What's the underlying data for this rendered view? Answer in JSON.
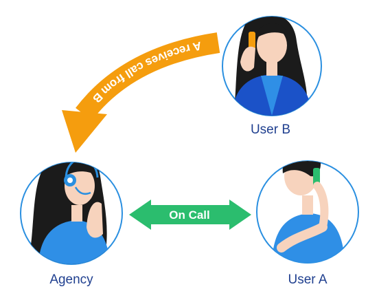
{
  "nodes": {
    "agency": {
      "label": "Agency"
    },
    "user_a": {
      "label": "User A"
    },
    "user_b": {
      "label": "User B"
    }
  },
  "edges": {
    "incoming_call": {
      "label": "A receives call from B",
      "color": "#f59d0e"
    },
    "on_call": {
      "label": "On Call",
      "color": "#2bbd6e"
    }
  },
  "colors": {
    "circle_stroke": "#2a8fe0",
    "label_text": "#1f3f8f",
    "hair": "#1b1b1b",
    "skin": "#f7d3bd",
    "shirt_blue": "#2f8fe6",
    "shirt_dark": "#1b52c8",
    "headset_blue": "#2a8fe0",
    "phone_green": "#2bbd6e",
    "phone_orange": "#f59d0e"
  }
}
